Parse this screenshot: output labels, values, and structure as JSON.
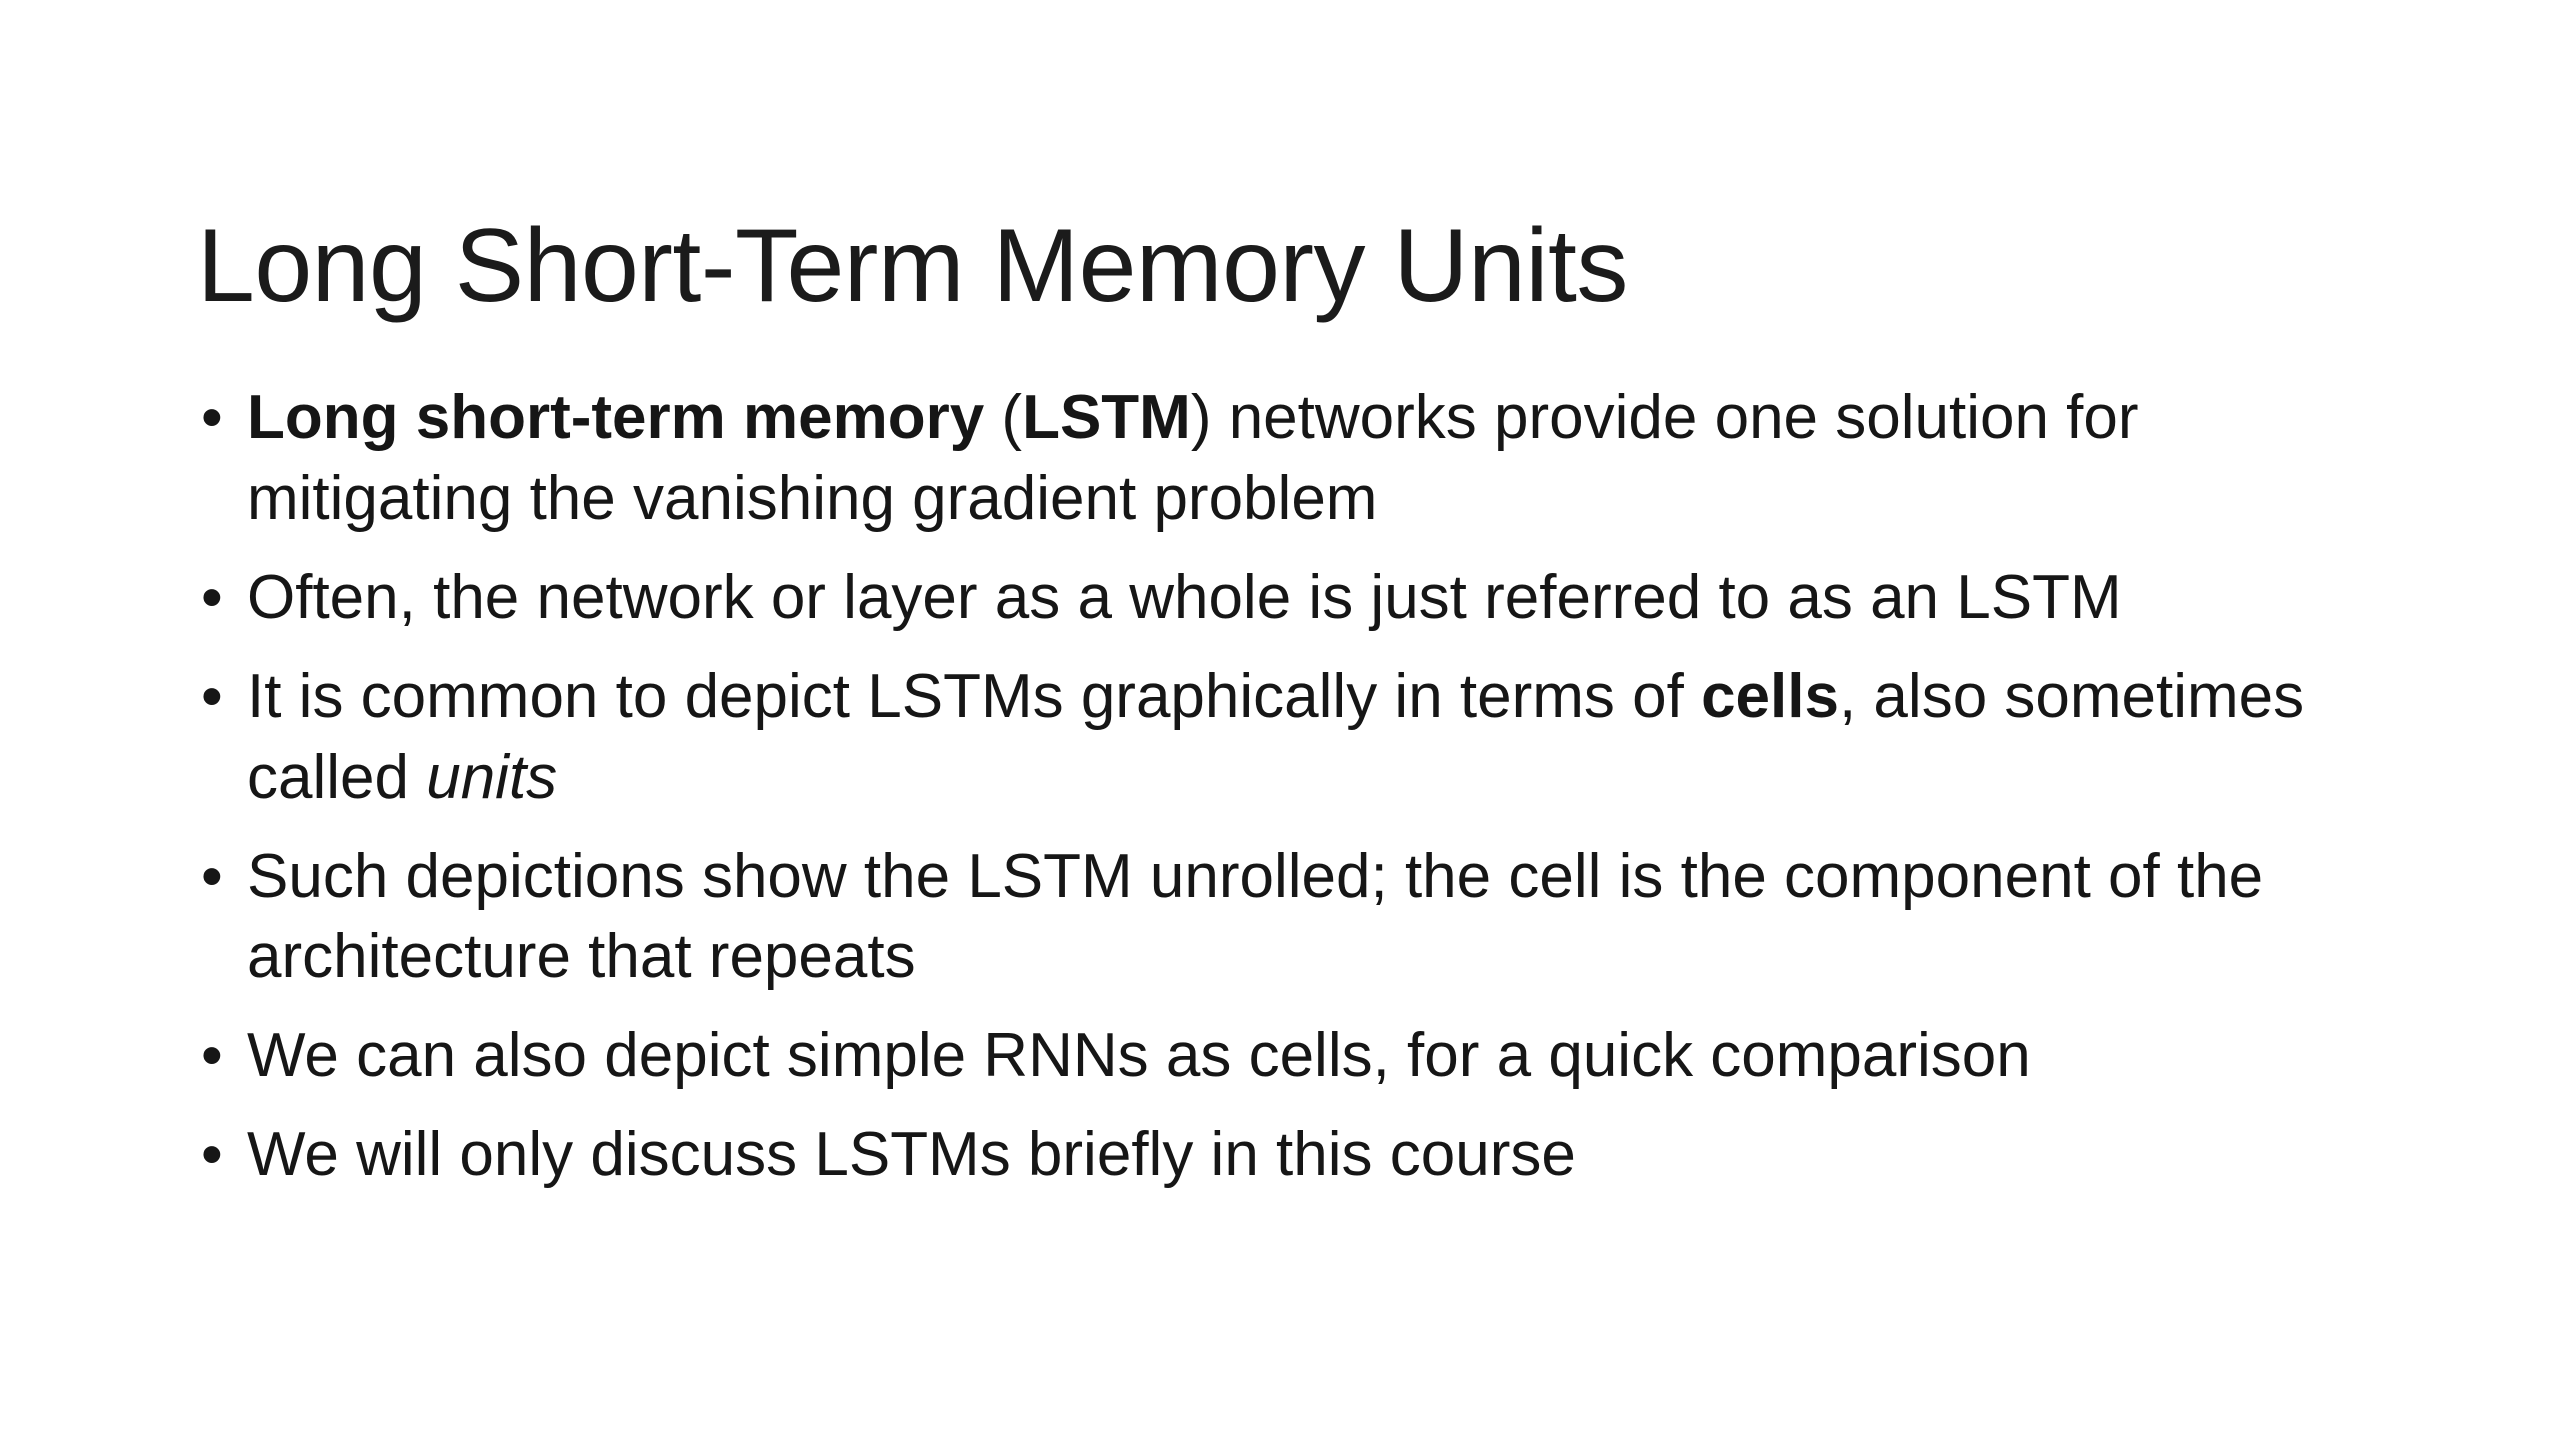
{
  "slide": {
    "background_color": "#ffffff",
    "text_color": "#161616",
    "title": "Long Short-Term Memory Units",
    "bullet_marker": "•",
    "bullets": [
      {
        "id": "bullet-lstm-definition",
        "plain": "Long short-term memory (LSTM) networks provide one solution for mitigating the vanishing gradient problem",
        "runs": [
          {
            "text": "Long short-term memory",
            "style": "bold"
          },
          {
            "text": " (",
            "style": "regular"
          },
          {
            "text": "LSTM",
            "style": "bold"
          },
          {
            "text": ") networks provide one solution for mitigating the vanishing gradient problem",
            "style": "regular"
          }
        ]
      },
      {
        "id": "bullet-referred-as-lstm",
        "plain": "Often, the network or layer as a whole is just referred to as an LSTM",
        "runs": [
          {
            "text": "Often, the network or layer as a whole is just referred to as an LSTM",
            "style": "regular"
          }
        ]
      },
      {
        "id": "bullet-cells-units",
        "plain": "It is common to depict LSTMs graphically in terms of cells, also sometimes called units",
        "runs": [
          {
            "text": "It is common to depict LSTMs graphically in terms of ",
            "style": "regular"
          },
          {
            "text": "cells",
            "style": "bold"
          },
          {
            "text": ", also sometimes called ",
            "style": "regular"
          },
          {
            "text": "units",
            "style": "italic"
          }
        ]
      },
      {
        "id": "bullet-unrolled-depictions",
        "plain": "Such depictions show the LSTM unrolled; the cell is the component of the architecture that repeats",
        "runs": [
          {
            "text": "Such depictions show the LSTM unrolled; the cell is the component of the architecture that repeats",
            "style": "regular"
          }
        ]
      },
      {
        "id": "bullet-simple-rnn-cells",
        "plain": "We can also depict simple RNNs as cells, for a quick comparison",
        "runs": [
          {
            "text": "We can also depict simple RNNs as cells, for a quick comparison",
            "style": "regular"
          }
        ]
      },
      {
        "id": "bullet-brief-discussion",
        "plain": "We will only discuss LSTMs briefly in this course",
        "runs": [
          {
            "text": "We will only discuss LSTMs briefly in this course",
            "style": "regular"
          }
        ]
      }
    ]
  }
}
